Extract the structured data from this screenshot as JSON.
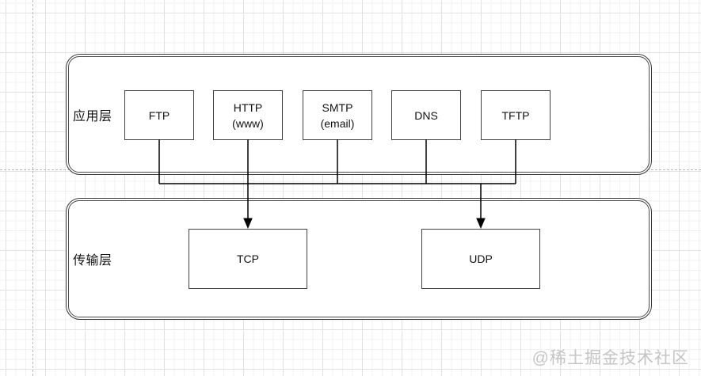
{
  "diagram": {
    "application_layer": {
      "label": "应用层",
      "boxes": [
        {
          "label": "FTP",
          "sub": ""
        },
        {
          "label": "HTTP",
          "sub": "(www)"
        },
        {
          "label": "SMTP",
          "sub": "(email)"
        },
        {
          "label": "DNS",
          "sub": ""
        },
        {
          "label": "TFTP",
          "sub": ""
        }
      ]
    },
    "transport_layer": {
      "label": "传输层",
      "boxes": [
        {
          "label": "TCP"
        },
        {
          "label": "UDP"
        }
      ]
    },
    "connections": [
      {
        "from": "FTP",
        "to": "TCP"
      },
      {
        "from": "HTTP",
        "to": "TCP"
      },
      {
        "from": "SMTP",
        "to": "TCP"
      },
      {
        "from": "DNS",
        "to": "UDP"
      },
      {
        "from": "TFTP",
        "to": "UDP"
      }
    ]
  },
  "watermark": "@稀土掘金技术社区",
  "colors": {
    "connector_line": "#000000",
    "box_border": "#404040",
    "container_border": "#383838",
    "grid_minor": "#f2f2f2",
    "grid_major": "#e2e2e2",
    "page_boundary": "#b5b5b5",
    "watermark": "#c5c5c5"
  }
}
